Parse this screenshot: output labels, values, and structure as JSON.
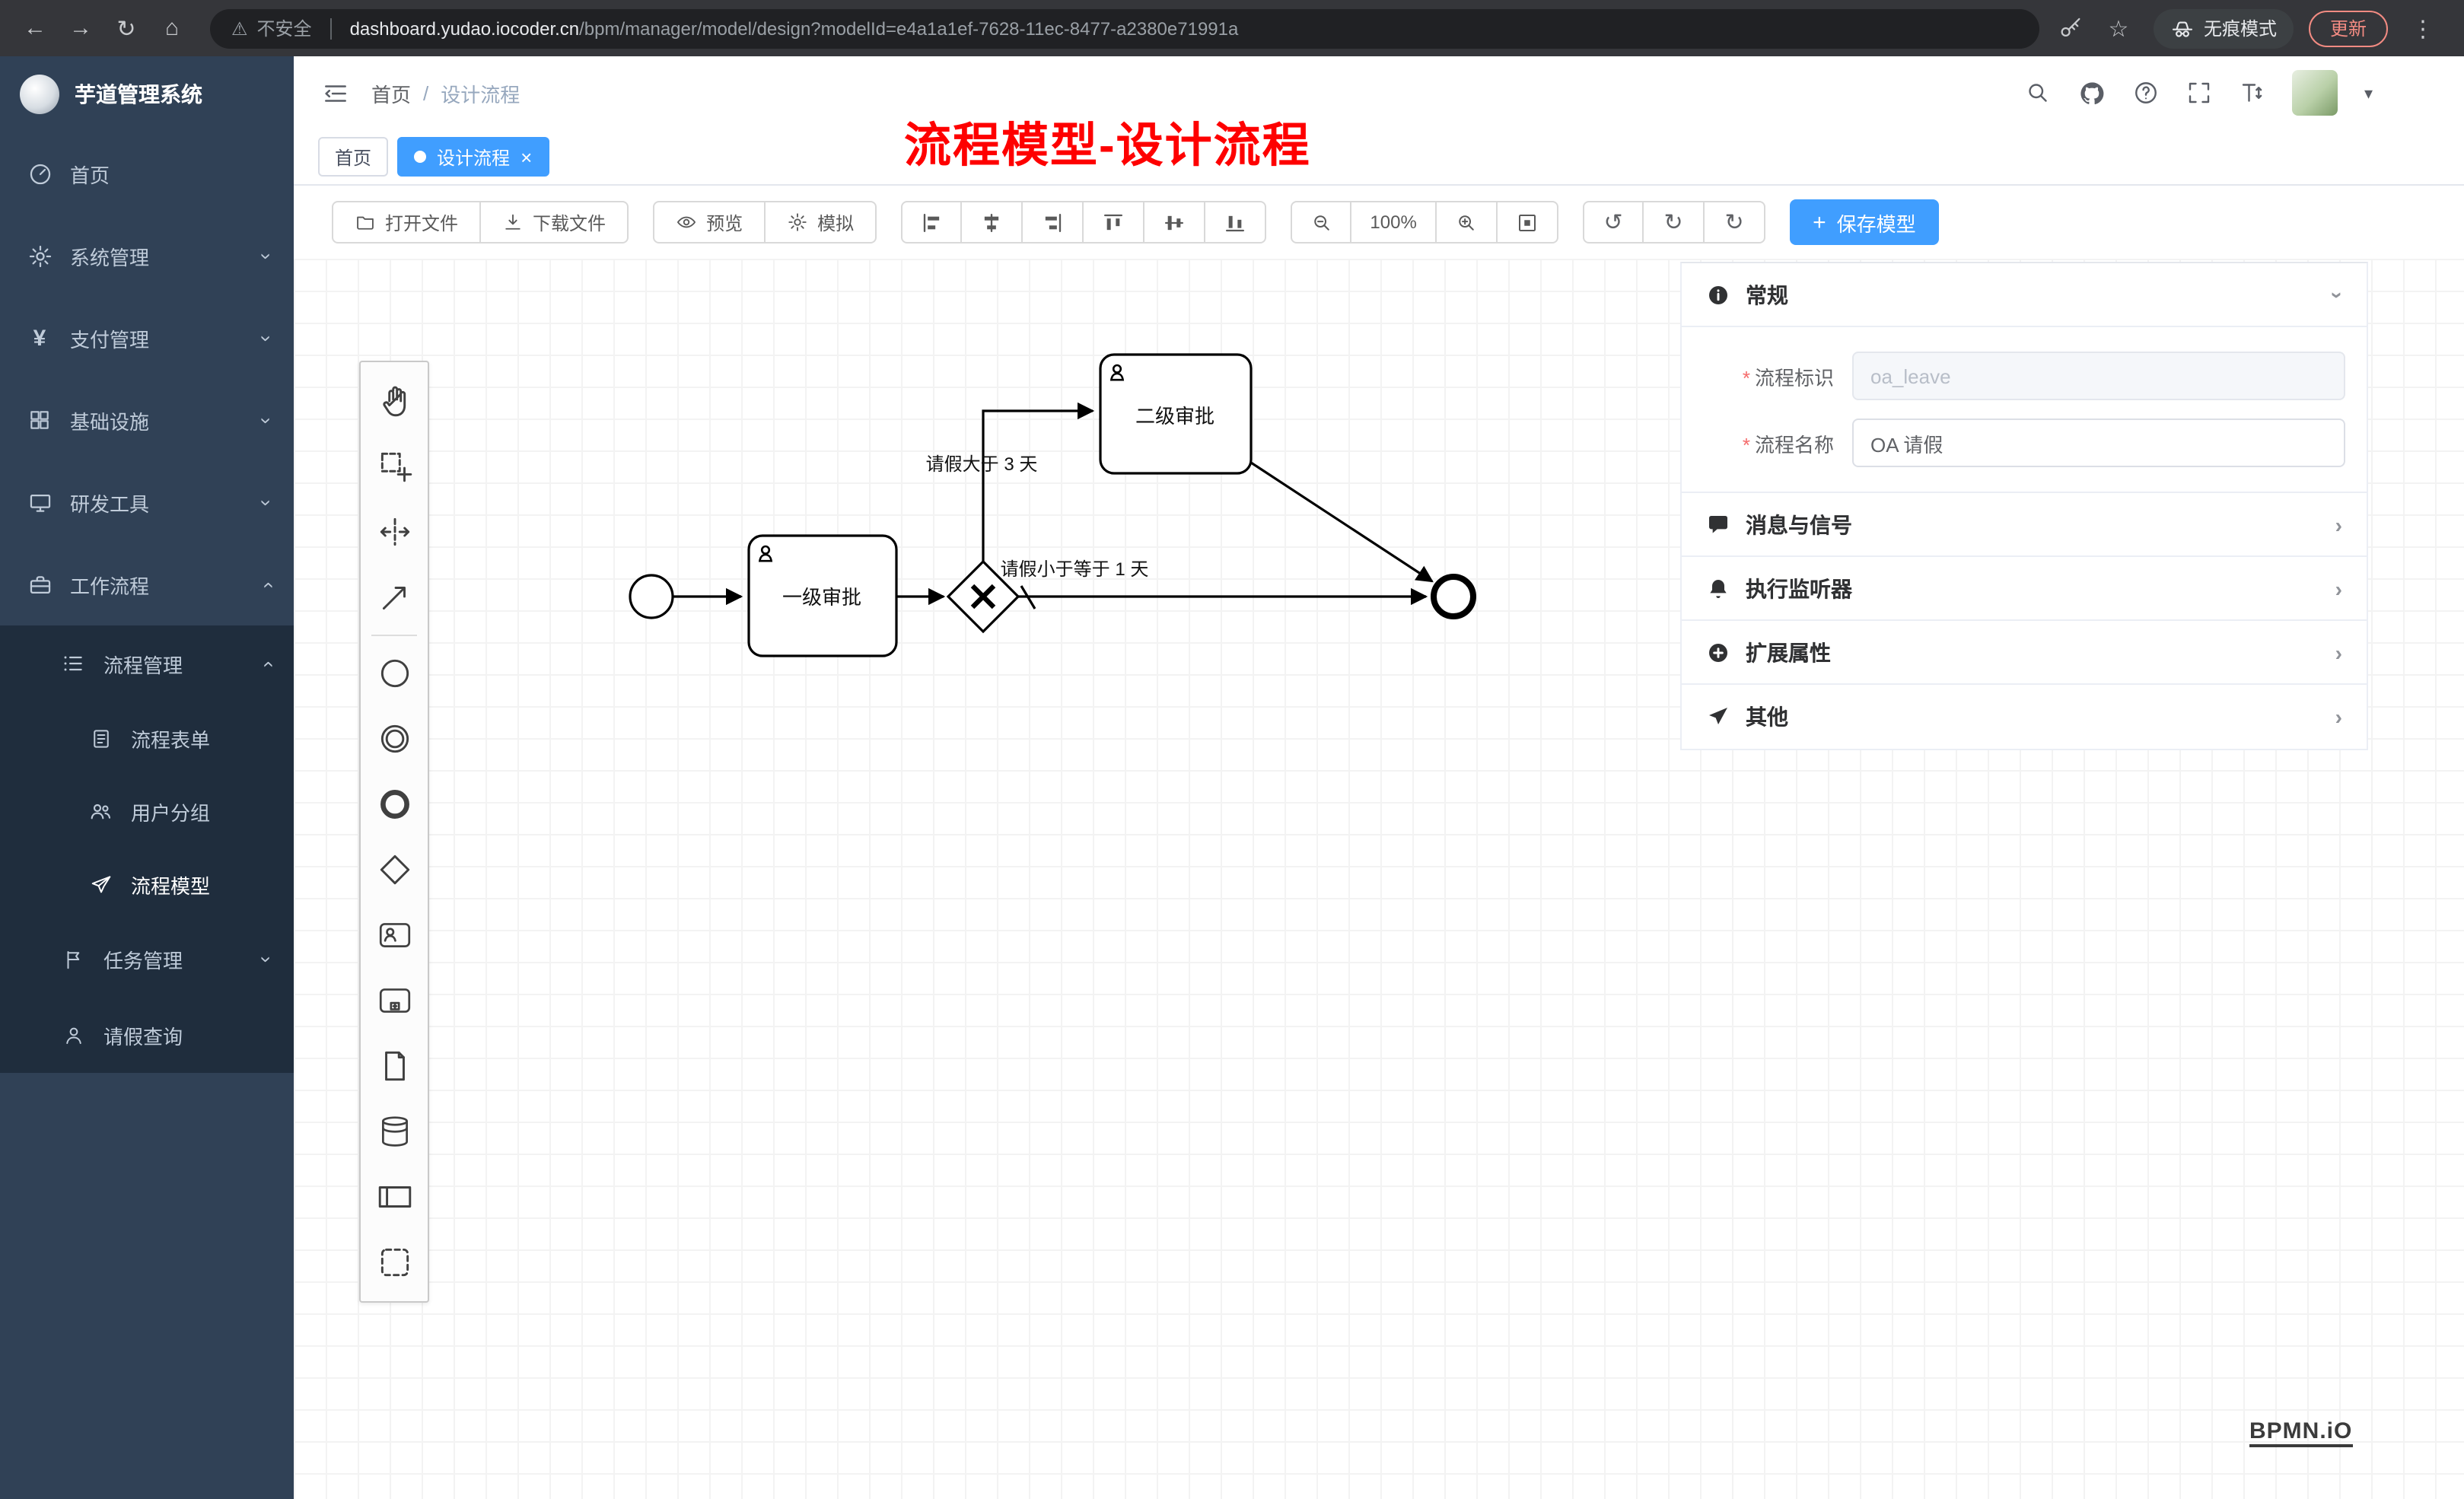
{
  "browser": {
    "security_label": "不安全",
    "url_domain": "dashboard.yudao.iocoder.cn",
    "url_path": "/bpm/manager/model/design?modelId=e4a1a1ef-7628-11ec-8477-a2380e71991a",
    "incognito_label": "无痕模式",
    "update_label": "更新"
  },
  "icons": {
    "back": "←",
    "forward": "→",
    "reload": "↻",
    "home": "⌂",
    "warning": "⚠",
    "star": "☆",
    "menu_dots": "⋮",
    "undo": "↺",
    "redo": "↻",
    "reset": "↻",
    "plus": "+",
    "close": "×",
    "caret_down": "▾",
    "chevron": "›",
    "breadcrumb_sep": "/",
    "yen": "¥"
  },
  "sidebar": {
    "app_title": "芋道管理系统",
    "items": [
      {
        "label": "首页"
      },
      {
        "label": "系统管理"
      },
      {
        "label": "支付管理"
      },
      {
        "label": "基础设施"
      },
      {
        "label": "研发工具"
      },
      {
        "label": "工作流程"
      },
      {
        "label": "流程管理"
      },
      {
        "label": "流程表单"
      },
      {
        "label": "用户分组"
      },
      {
        "label": "流程模型"
      },
      {
        "label": "任务管理"
      },
      {
        "label": "请假查询"
      }
    ]
  },
  "header": {
    "breadcrumb": [
      "首页",
      "设计流程"
    ]
  },
  "annotation": "流程模型-设计流程",
  "tabs": [
    {
      "label": "首页"
    },
    {
      "label": "设计流程"
    }
  ],
  "toolbar": {
    "open_label": "打开文件",
    "download_label": "下载文件",
    "preview_label": "预览",
    "simulate_label": "模拟",
    "zoom_level": "100%",
    "save_label": "保存模型"
  },
  "panel": {
    "sections": [
      {
        "title": "常规"
      },
      {
        "title": "消息与信号"
      },
      {
        "title": "执行监听器"
      },
      {
        "title": "扩展属性"
      },
      {
        "title": "其他"
      }
    ],
    "fields": {
      "key_label": "流程标识",
      "key_value": "oa_leave",
      "name_label": "流程名称",
      "name_value": "OA 请假"
    }
  },
  "diagram": {
    "task1": "一级审批",
    "task2": "二级审批",
    "cond_gt": "请假大于 3 天",
    "cond_le": "请假小于等于 1 天"
  },
  "watermark": "BPMN.iO"
}
